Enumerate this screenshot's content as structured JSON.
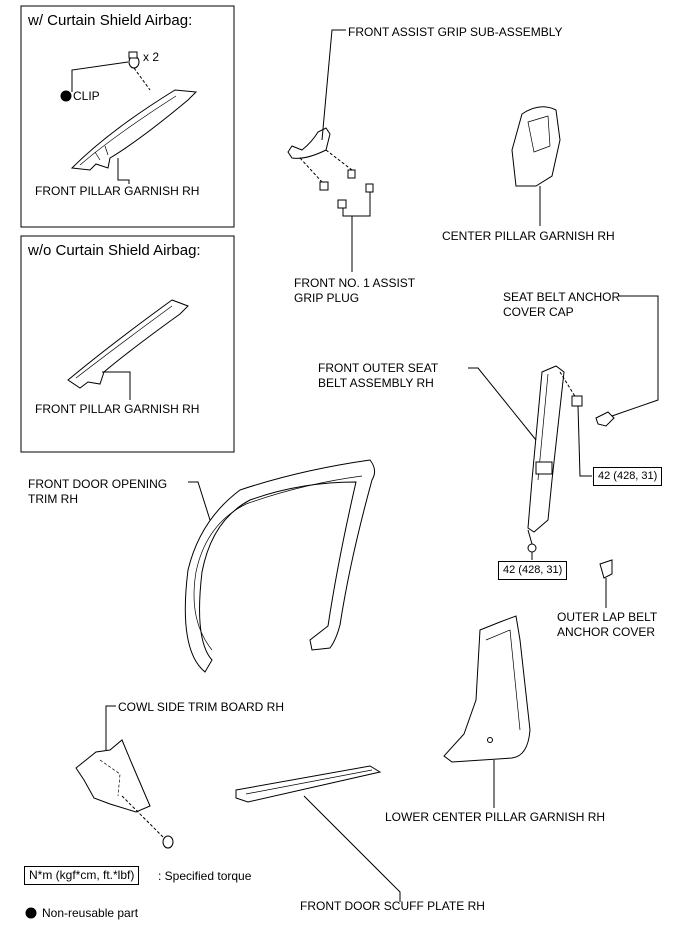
{
  "boxes": {
    "with_airbag": {
      "title": "w/ Curtain Shield Airbag:",
      "clip_label": "CLIP",
      "qty": "x 2",
      "garnish_label": "FRONT PILLAR GARNISH RH"
    },
    "without_airbag": {
      "title": "w/o Curtain Shield Airbag:",
      "garnish_label": "FRONT PILLAR GARNISH RH"
    }
  },
  "labels": {
    "assist_grip": "FRONT ASSIST GRIP SUB-ASSEMBLY",
    "assist_grip_plug": "FRONT NO. 1 ASSIST\nGRIP PLUG",
    "center_pillar": "CENTER PILLAR GARNISH RH",
    "anchor_cover_cap": "SEAT BELT ANCHOR\nCOVER CAP",
    "outer_seat_belt": "FRONT OUTER SEAT\nBELT ASSEMBLY RH",
    "door_opening_trim": "FRONT DOOR OPENING\nTRIM RH",
    "outer_lap_cover": "OUTER LAP BELT\nANCHOR COVER",
    "cowl_side": "COWL SIDE TRIM BOARD RH",
    "lower_center_pillar": "LOWER CENTER PILLAR GARNISH RH",
    "scuff_plate": "FRONT DOOR SCUFF PLATE RH"
  },
  "torques": {
    "upper": "42 (428, 31)",
    "lower": "42 (428, 31)"
  },
  "legend": {
    "torque_unit": "N*m (kgf*cm, ft.*lbf)",
    "torque_text": ": Specified torque",
    "non_reusable": "Non-reusable part"
  }
}
